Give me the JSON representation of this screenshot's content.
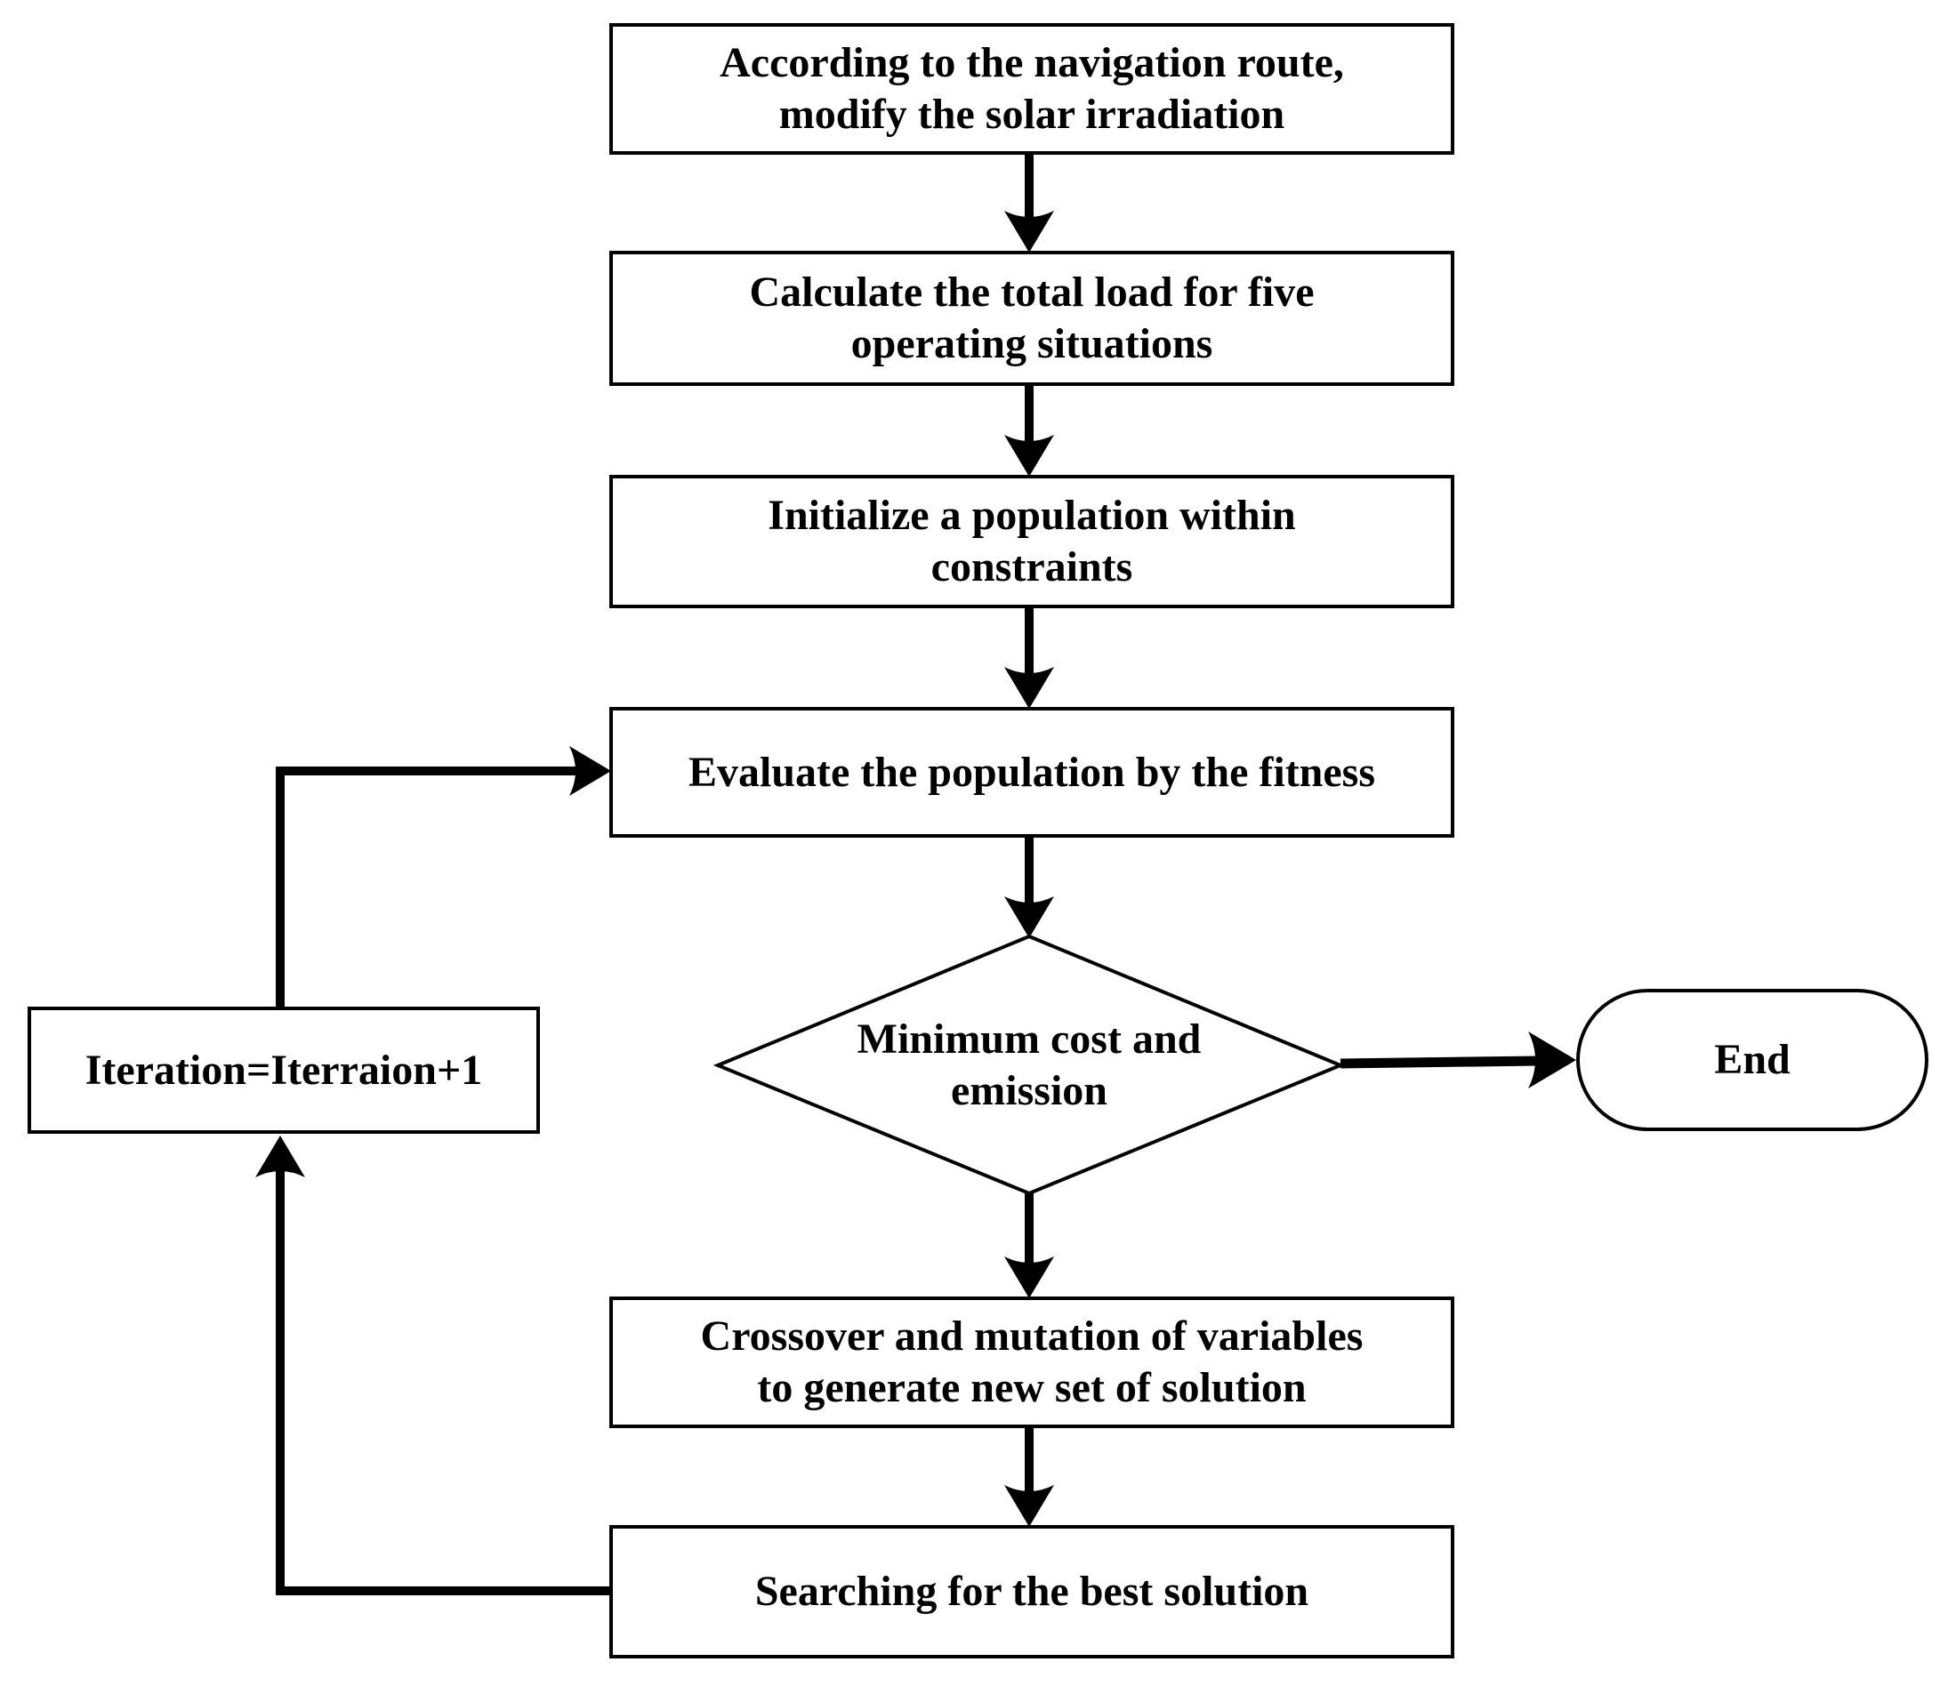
{
  "figure": {
    "type": "flowchart",
    "background_color": "#ffffff",
    "stroke_color": "#000000",
    "text_color": "#000000"
  },
  "nodes": {
    "modify_solar": {
      "shape": "rectangle",
      "label": "According to the navigation route,\nmodify the solar irradiation"
    },
    "calc_load": {
      "shape": "rectangle",
      "label": "Calculate the total load for five\noperating situations"
    },
    "init_population": {
      "shape": "rectangle",
      "label": "Initialize a population within\nconstraints"
    },
    "evaluate": {
      "shape": "rectangle",
      "label": "Evaluate the population by the fitness"
    },
    "decision": {
      "shape": "diamond",
      "label": "Minimum cost and\nemission"
    },
    "crossover": {
      "shape": "rectangle",
      "label": "Crossover and mutation of variables\nto generate new set of solution"
    },
    "search_best": {
      "shape": "rectangle",
      "label": "Searching for the best solution"
    },
    "iteration": {
      "shape": "rectangle",
      "label": "Iteration=Iterraion+1"
    },
    "end": {
      "shape": "terminator",
      "label": "End"
    }
  },
  "edges": [
    {
      "from": "modify_solar",
      "to": "calc_load",
      "label": ""
    },
    {
      "from": "calc_load",
      "to": "init_population",
      "label": ""
    },
    {
      "from": "init_population",
      "to": "evaluate",
      "label": ""
    },
    {
      "from": "evaluate",
      "to": "decision",
      "label": ""
    },
    {
      "from": "decision",
      "to": "end",
      "label": ""
    },
    {
      "from": "decision",
      "to": "crossover",
      "label": ""
    },
    {
      "from": "crossover",
      "to": "search_best",
      "label": ""
    },
    {
      "from": "search_best",
      "to": "iteration",
      "label": ""
    },
    {
      "from": "iteration",
      "to": "evaluate",
      "label": ""
    }
  ]
}
